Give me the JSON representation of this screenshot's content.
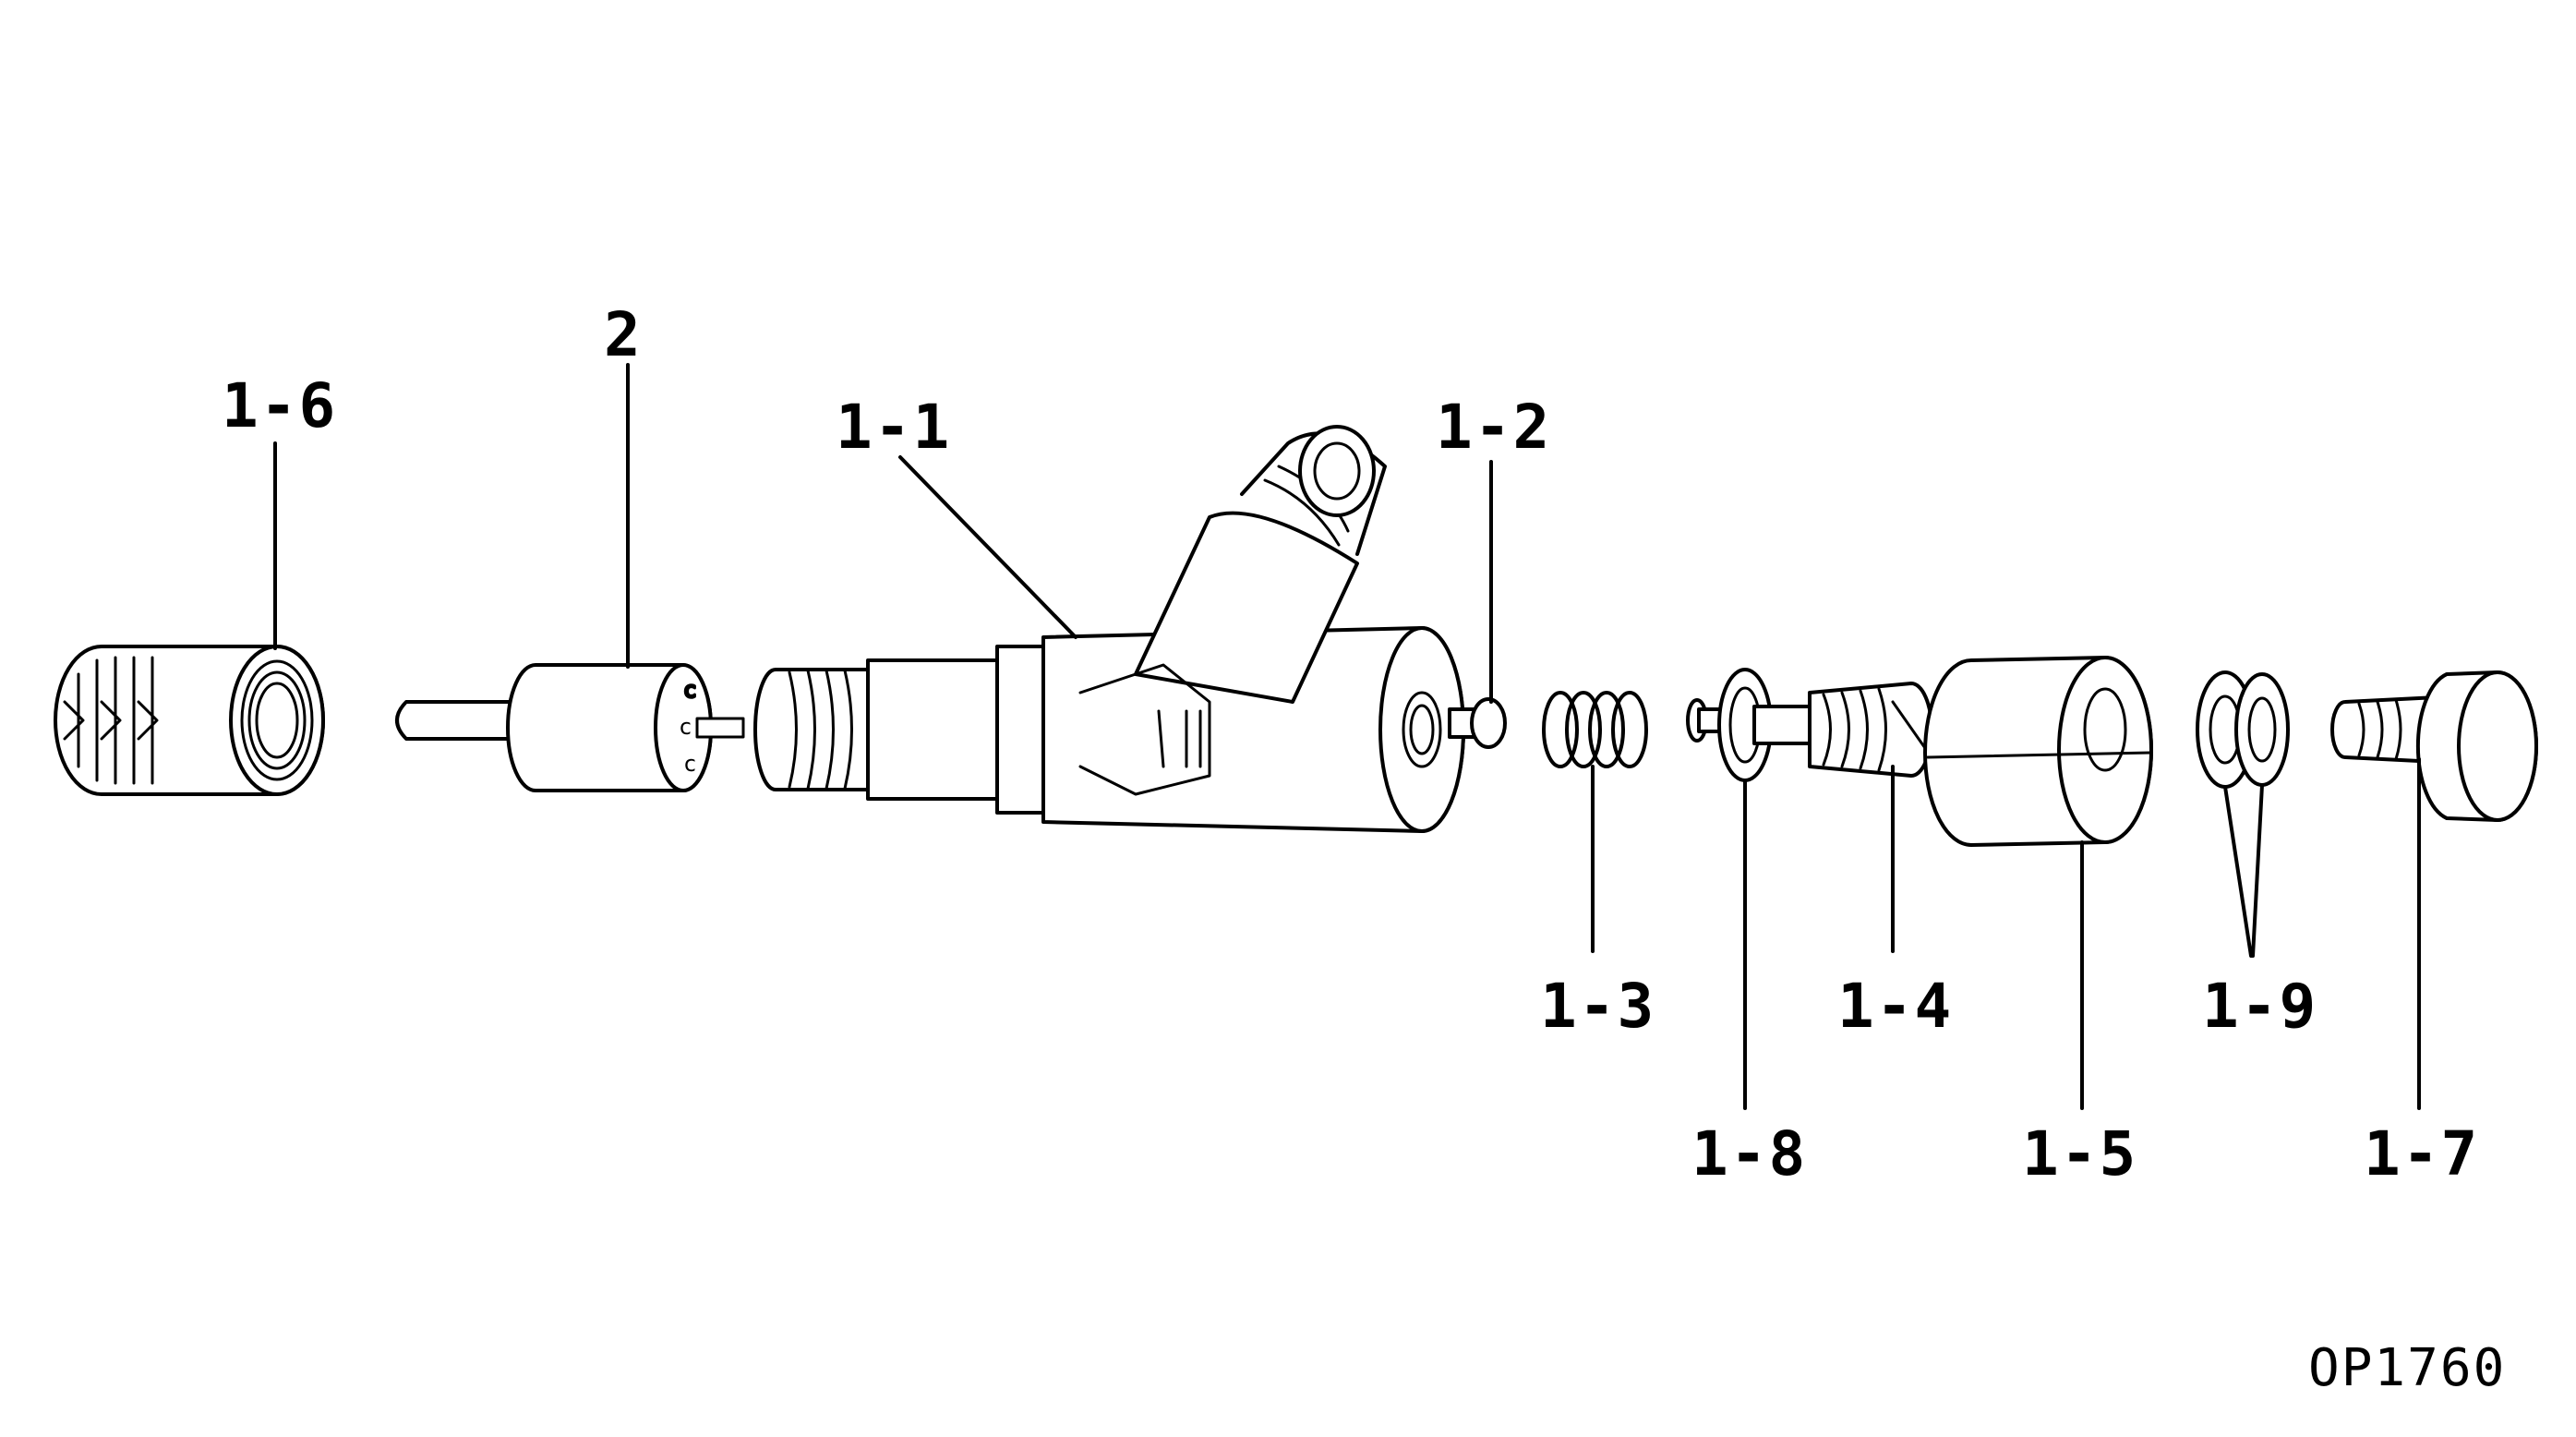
{
  "diagram": {
    "drawing_code": "OP1760",
    "parts": [
      {
        "id": "cap-nut",
        "label": "1-6"
      },
      {
        "id": "nozzle",
        "label": "2"
      },
      {
        "id": "holder-body",
        "label": "1-1"
      },
      {
        "id": "push-rod",
        "label": "1-2"
      },
      {
        "id": "spring",
        "label": "1-3"
      },
      {
        "id": "adjusting-screw",
        "label": "1-4"
      },
      {
        "id": "collar",
        "label": "1-8"
      },
      {
        "id": "lock-nut",
        "label": "1-5"
      },
      {
        "id": "gaskets",
        "label": "1-9"
      },
      {
        "id": "cap",
        "label": "1-7"
      }
    ]
  }
}
